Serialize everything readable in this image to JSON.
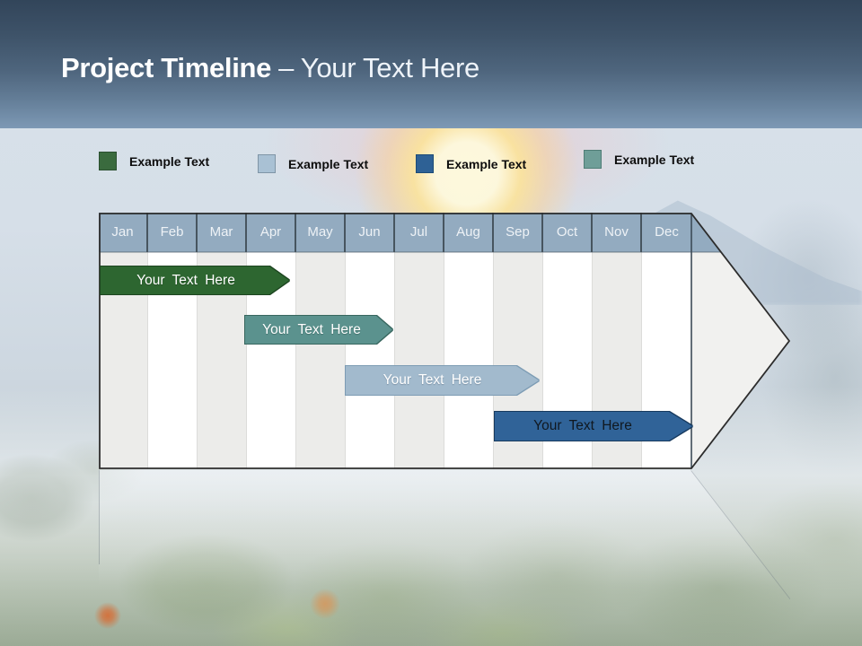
{
  "slide": {
    "title_primary": "Project Timeline",
    "title_secondary": "– Your Text Here"
  },
  "legend": {
    "items": [
      {
        "label": "Example Text",
        "color": "#3a6b3e",
        "border_color": "#2a5030"
      },
      {
        "label": "Example Text",
        "color": "#a9c1d4",
        "border_color": "#7f95a6"
      },
      {
        "label": "Example Text",
        "color": "#2e6195",
        "border_color": "#1d4b77"
      },
      {
        "label": "Example Text",
        "color": "#6f9e98",
        "border_color": "#4f7d76"
      }
    ]
  },
  "timeline": {
    "months": [
      "Jan",
      "Feb",
      "Mar",
      "Apr",
      "May",
      "Jun",
      "Jul",
      "Aug",
      "Sep",
      "Oct",
      "Nov",
      "Dec"
    ],
    "header_bg": "#93abc0",
    "body_stripe_colors": [
      "#ececea",
      "#ffffff"
    ],
    "arrow_body_color": "#f1f1ef",
    "bars": [
      {
        "label": "Your Text Here",
        "fill": "#2d6630",
        "border": "#1d4520",
        "text_color": "#ffffff",
        "row": 1,
        "start": "Jan",
        "end": "Mar"
      },
      {
        "label": "Your Text Here",
        "fill": "#5b928e",
        "border": "#38675f",
        "text_color": "#ffffff",
        "row": 2,
        "start": "Apr",
        "end": "Jun"
      },
      {
        "label": "Your Text Here",
        "fill": "#a2bacd",
        "border": "#7d9cb4",
        "text_color": "#ffffff",
        "row": 3,
        "start": "Jun",
        "end": "Sep"
      },
      {
        "label": "Your Text Here",
        "fill": "#306398",
        "border": "#173a5e",
        "text_color": "#101820",
        "row": 4,
        "start": "Sep",
        "end": "Dec"
      }
    ]
  },
  "background": {
    "header_gradient": [
      "#32455a",
      "#7d99b5"
    ],
    "sky_color": "#d8e1ea",
    "sun_glow_color": "#fde496",
    "forest_color": "#91a28a",
    "mountain_color": "#adbdcd"
  }
}
